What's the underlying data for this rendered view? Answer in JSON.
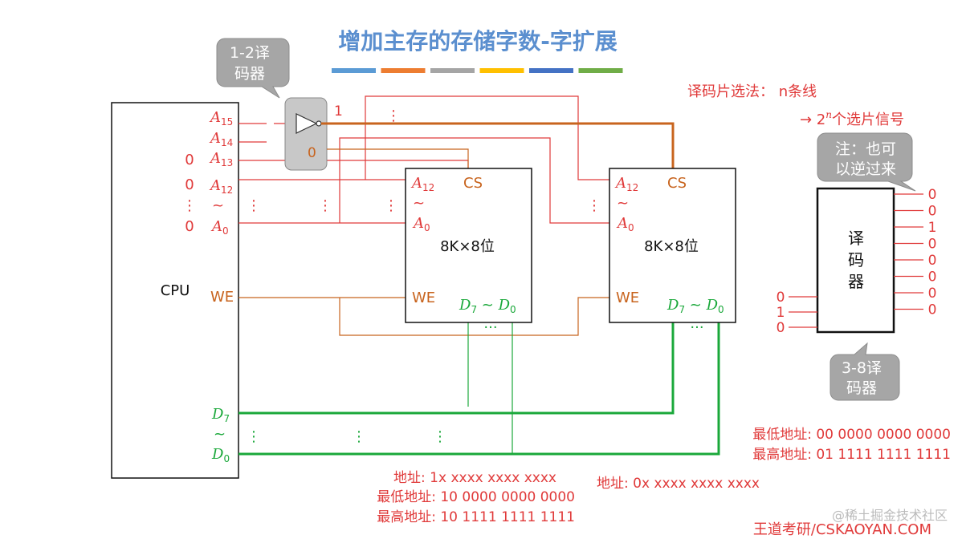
{
  "title": "增加主存的存储字数-字扩展",
  "title_bar_colors": [
    "#5b9bd5",
    "#ed7d31",
    "#a5a5a5",
    "#ffc000",
    "#4472c4",
    "#70ad47"
  ],
  "colors": {
    "red": "#e03a3a",
    "orange": "#c8641e",
    "green": "#1aa83a",
    "callout": "#a6a6a6"
  },
  "callouts": {
    "decoder12": [
      "1-2译",
      "码器"
    ],
    "reversible": [
      "注：也可",
      "以逆过来"
    ],
    "decoder38": [
      "3-8译",
      "码器"
    ]
  },
  "cpu": {
    "label": "CPU",
    "pins": {
      "a15": "A",
      "a15_sub": "15",
      "a14": "A",
      "a14_sub": "14",
      "a13": "A",
      "a13_sub": "13",
      "a12": "A",
      "a12_sub": "12",
      "tilde": "~",
      "a0": "A",
      "a0_sub": "0",
      "we": "WE",
      "d7": "D",
      "d7_sub": "7",
      "d0": "D",
      "d0_sub": "0"
    },
    "pin_values": [
      "0",
      "0",
      "⋮",
      "0"
    ]
  },
  "decoder12": {
    "out_top": "1",
    "out_bottom": "0"
  },
  "chips": [
    {
      "addr_hi": "A",
      "addr_hi_sub": "12",
      "tilde": "~",
      "addr_lo": "A",
      "addr_lo_sub": "0",
      "cs": "CS",
      "capacity": "8K×8位",
      "we": "WE",
      "data": "D",
      "data_hi_sub": "7",
      "data_tilde": " ~ ",
      "data_lo_sub": "0",
      "dots": "···"
    },
    {
      "addr_hi": "A",
      "addr_hi_sub": "12",
      "tilde": "~",
      "addr_lo": "A",
      "addr_lo_sub": "0",
      "cs": "CS",
      "capacity": "8K×8位",
      "we": "WE",
      "data": "D",
      "data_hi_sub": "7",
      "data_tilde": " ~ ",
      "data_lo_sub": "0",
      "dots": "···"
    }
  ],
  "vdots": "⋮",
  "notes": {
    "decode_method": "译码片选法：  n条线",
    "decode_result_prefix": "→ 2",
    "decode_result_sup": "n",
    "decode_result_suffix": "个选片信号"
  },
  "decoder38": {
    "label_lines": [
      "译",
      "码",
      "器"
    ],
    "inputs": [
      "0",
      "1",
      "0"
    ],
    "outputs": [
      "0",
      "0",
      "1",
      "0",
      "0",
      "0",
      "0",
      "0"
    ]
  },
  "address_chip1": {
    "address": "地址: 1x xxxx xxxx xxxx",
    "lowest": "最低地址: 10 0000 0000 0000",
    "highest": "最高地址: 10 1111 1111 1111"
  },
  "address_chip2": {
    "address": "地址: 0x xxxx xxxx xxxx",
    "lowest": "最低地址: 00 0000 0000 0000",
    "highest": "最高地址: 01 1111 1111 1111"
  },
  "watermarks": {
    "juejin": "@稀土掘金技术社区",
    "wangdao": "王道考研/CSKAOYAN.COM"
  }
}
